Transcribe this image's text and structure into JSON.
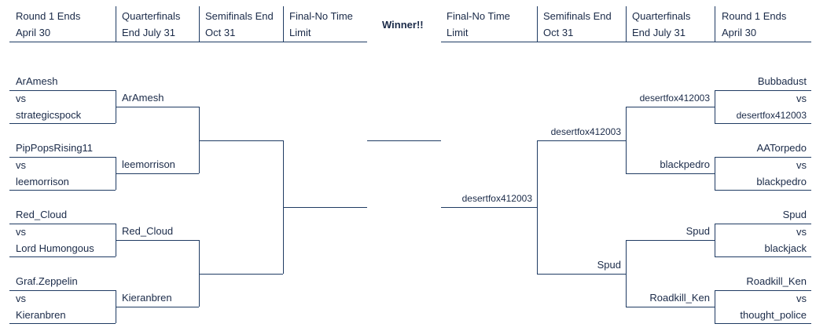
{
  "header_left": [
    {
      "line1": "Round 1 Ends",
      "line2": "April 30"
    },
    {
      "line1": "Quarterfinals",
      "line2": "End July 31"
    },
    {
      "line1": "Semifinals End",
      "line2": "Oct 31"
    },
    {
      "line1": "Final-No Time",
      "line2": "Limit"
    }
  ],
  "winner_label": "Winner!!",
  "header_right": [
    {
      "line1": "Final-No Time",
      "line2": "Limit"
    },
    {
      "line1": "Semifinals End",
      "line2": "Oct 31"
    },
    {
      "line1": "Quarterfinals",
      "line2": "End July 31"
    },
    {
      "line1": "Round 1 Ends",
      "line2": "April 30"
    }
  ],
  "left": {
    "round1": [
      {
        "p1": "ArAmesh",
        "vs": "vs",
        "p2": "strategicspock"
      },
      {
        "p1": "PipPopsRising11",
        "vs": "vs",
        "p2": "leemorrison"
      },
      {
        "p1": "Red_Cloud",
        "vs": "vs",
        "p2": "Lord Humongous"
      },
      {
        "p1": "Graf.Zeppelin",
        "vs": "vs",
        "p2": "Kieranbren"
      }
    ],
    "quarterfinals": [
      "ArAmesh",
      "leemorrison",
      "Red_Cloud",
      "Kieranbren"
    ],
    "semifinals": [
      "",
      ""
    ],
    "final": ""
  },
  "right": {
    "round1": [
      {
        "p1": "Bubbadust",
        "vs": "vs",
        "p2": "desertfox412003"
      },
      {
        "p1": "AATorpedo",
        "vs": "vs",
        "p2": "blackpedro"
      },
      {
        "p1": "Spud",
        "vs": "vs",
        "p2": "blackjack"
      },
      {
        "p1": "Roadkill_Ken",
        "vs": "vs",
        "p2": "thought_police"
      }
    ],
    "quarterfinals": [
      "desertfox412003",
      "blackpedro",
      "Spud",
      "Roadkill_Ken"
    ],
    "semifinals": [
      "desertfox412003",
      "Spud"
    ],
    "final": "desertfox412003"
  },
  "winner": ""
}
